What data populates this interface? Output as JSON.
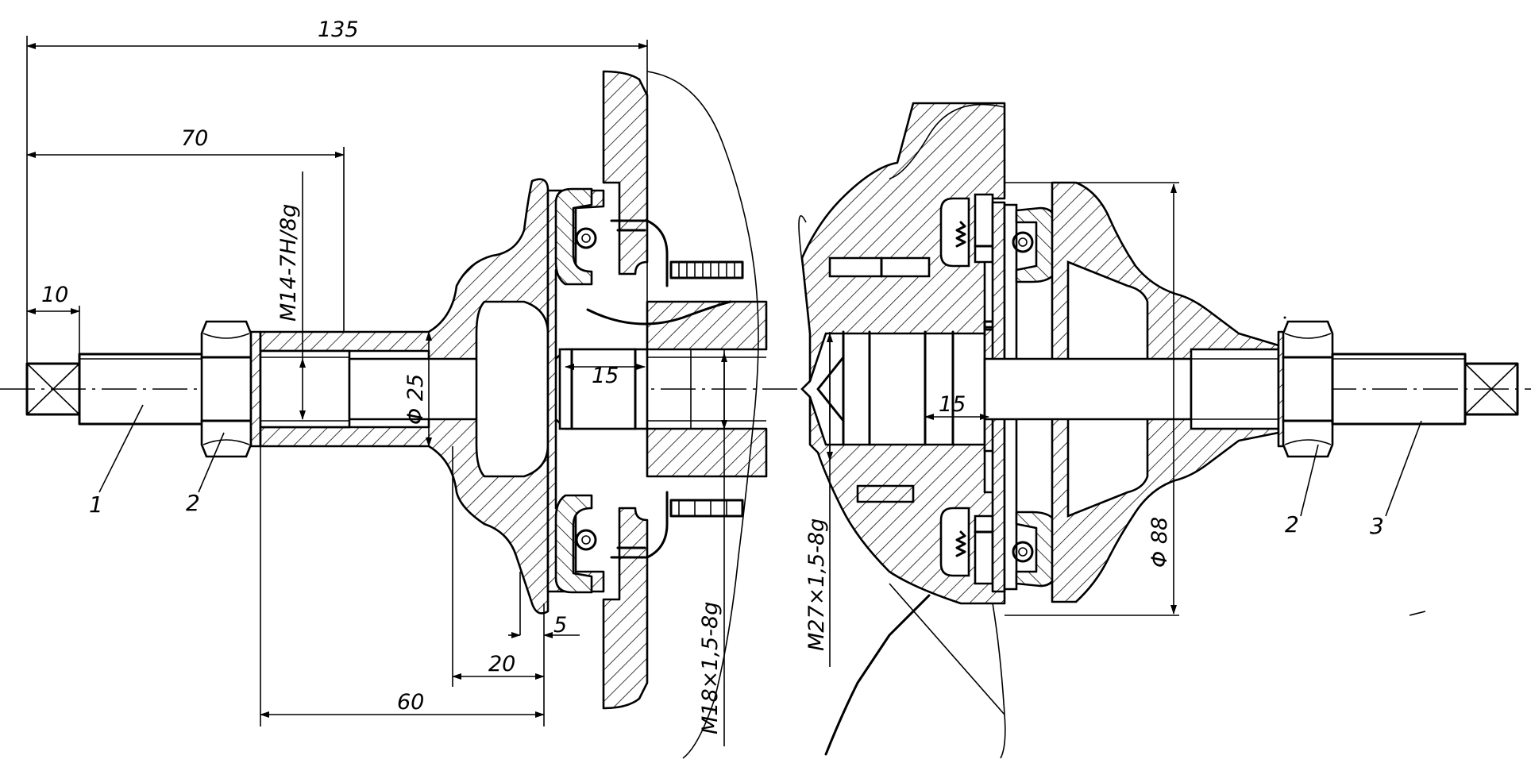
{
  "dimensions": {
    "d135": "135",
    "d70": "70",
    "d10": "10",
    "thread_left": "M14-7H/8g",
    "dia25": "Φ 25",
    "d15_left": "15",
    "d15_right": "15",
    "d5": "5",
    "d20": "20",
    "d60": "60",
    "thread_m18": "M18×1,5-8g",
    "thread_m27": "M27×1,5-8g",
    "dia88": "Φ 88"
  },
  "part_labels": {
    "part_1": "1",
    "part_2_left": "2",
    "part_2_right": "2",
    "part_3": "3"
  }
}
